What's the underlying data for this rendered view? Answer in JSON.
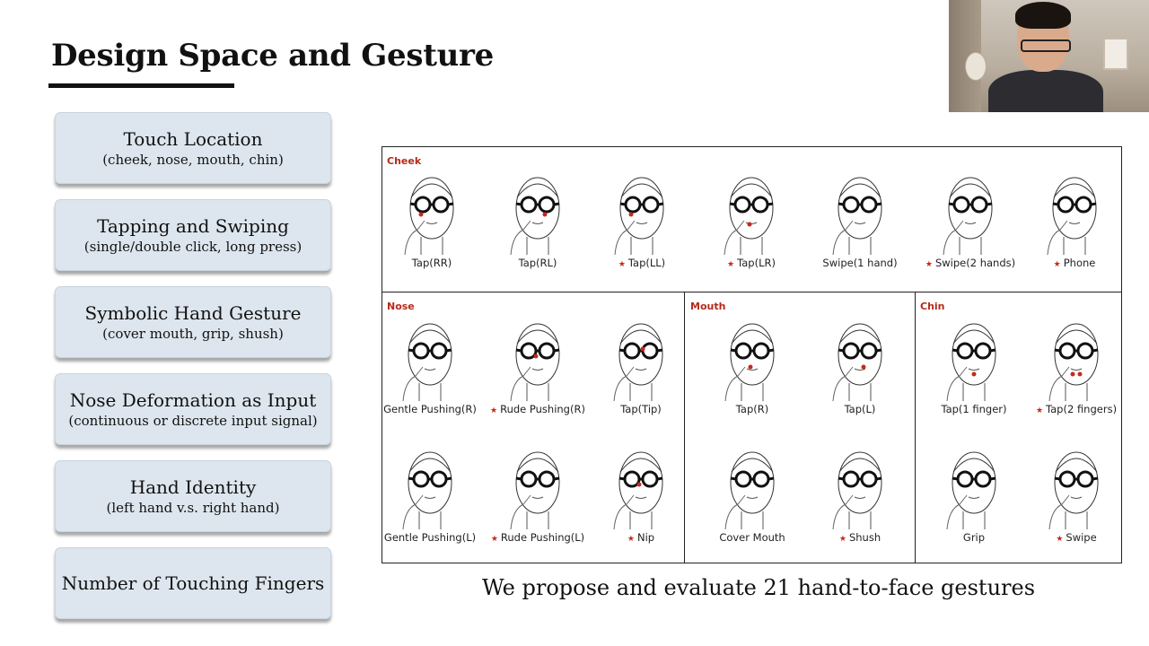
{
  "slide": {
    "title": "Design Space and Gesture"
  },
  "cards": [
    {
      "title": "Touch Location",
      "subtitle": "(cheek, nose, mouth, chin)"
    },
    {
      "title": "Tapping and Swiping",
      "subtitle": "(single/double click, long press)"
    },
    {
      "title": "Symbolic Hand Gesture",
      "subtitle": "(cover mouth, grip, shush)"
    },
    {
      "title": "Nose Deformation as Input",
      "subtitle": "(continuous or discrete input signal)"
    },
    {
      "title": "Hand Identity",
      "subtitle": "(left hand v.s. right hand)"
    },
    {
      "title": "Number of Touching Fingers",
      "subtitle": ""
    }
  ],
  "figure": {
    "sections": {
      "cheek": "Cheek",
      "nose": "Nose",
      "mouth": "Mouth",
      "chin": "Chin"
    },
    "gestures": [
      {
        "label": "Tap(RR)",
        "starred": false
      },
      {
        "label": "Tap(RL)",
        "starred": false
      },
      {
        "label": "Tap(LL)",
        "starred": true
      },
      {
        "label": "Tap(LR)",
        "starred": true
      },
      {
        "label": "Swipe(1 hand)",
        "starred": false
      },
      {
        "label": "Swipe(2 hands)",
        "starred": true
      },
      {
        "label": "Phone",
        "starred": true
      },
      {
        "label": "Gentle Pushing(R)",
        "starred": false
      },
      {
        "label": "Rude Pushing(R)",
        "starred": true
      },
      {
        "label": "Tap(Tip)",
        "starred": false
      },
      {
        "label": "Gentle Pushing(L)",
        "starred": false
      },
      {
        "label": "Rude Pushing(L)",
        "starred": true
      },
      {
        "label": "Nip",
        "starred": true
      },
      {
        "label": "Tap(R)",
        "starred": false
      },
      {
        "label": "Tap(L)",
        "starred": false
      },
      {
        "label": "Cover Mouth",
        "starred": false
      },
      {
        "label": "Shush",
        "starred": true
      },
      {
        "label": "Tap(1 finger)",
        "starred": false
      },
      {
        "label": "Tap(2 fingers)",
        "starred": true
      },
      {
        "label": "Grip",
        "starred": false
      },
      {
        "label": "Swipe",
        "starred": true
      }
    ],
    "star_glyph": "★",
    "accent_color": "#c8281a"
  },
  "caption": "We propose and evaluate 21 hand-to-face gestures"
}
